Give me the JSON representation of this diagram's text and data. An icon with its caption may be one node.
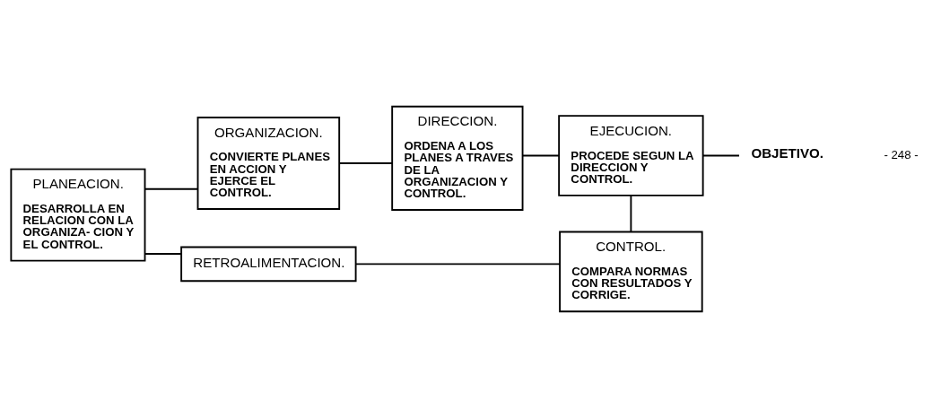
{
  "diagram": {
    "nodes": [
      {
        "text": [
          "PLANEACION.",
          "DESARROLLA EN RELACION CON LA ORGANIZA- CION Y EL CONTROL."
        ]
      },
      {
        "text": [
          "ORGANIZACION.",
          "CONVIERTE PLANES EN ACCION Y EJERCE EL CONTROL."
        ]
      },
      {
        "text": [
          "DIRECCION.",
          "ORDENA A LOS PLANES A TRAVES DE LA ORGANIZACION Y CONTROL."
        ]
      },
      {
        "text": [
          "EJECUCION.",
          "PROCEDE SEGUN LA DIRECCION Y CONTROL."
        ]
      },
      {
        "text": [
          "OBJETIVO."
        ]
      },
      {
        "text": [
          "CONTROL.",
          "COMPARA NORMAS CON RESULTADOS Y CORRIGE."
        ]
      },
      {
        "text": [
          "RETROALIMENTACION."
        ]
      }
    ],
    "edges": [
      {
        "from": 0,
        "to": 1,
        "arrow": "none"
      },
      {
        "from": 1,
        "to": 2,
        "arrow": "none"
      },
      {
        "from": 2,
        "to": 3,
        "arrow": "none"
      },
      {
        "from": 3,
        "to": 4,
        "arrow": "none"
      },
      {
        "from": 3,
        "to": 5,
        "arrow": "none"
      },
      {
        "from": 5,
        "to": 6,
        "arrow": "none"
      },
      {
        "from": 6,
        "to": 0,
        "arrow": "none"
      }
    ],
    "labels": [
      "- 248 -"
    ]
  }
}
